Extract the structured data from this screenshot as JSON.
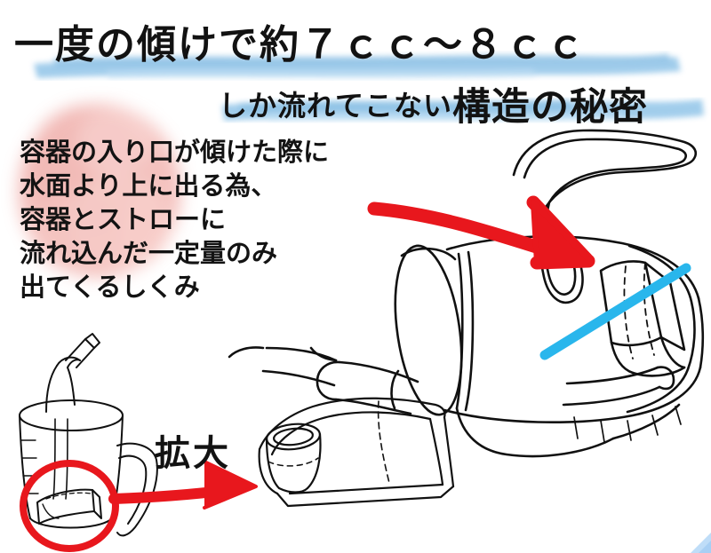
{
  "meta": {
    "background_color": "#ffffff",
    "ink_color": "#121212",
    "accent_red": "#e8171d",
    "accent_cyan": "#2ab7ec",
    "wash_blue": "#8fc2e8",
    "wash_pink": "#f3b9b4",
    "corner_fold_blue": "#bcdcf7"
  },
  "headline": {
    "line1": "一度の傾けで約７ｃｃ〜８ｃｃ",
    "line2_small": "しか流れてこない",
    "line2_large": "構造の秘密"
  },
  "body_copy": {
    "lines": [
      "容器の入り口が傾けた際に",
      "水面より上に出る為、",
      "容器とストローに",
      "流れ込んだ一定量のみ",
      "出てくるしくみ"
    ]
  },
  "callouts": {
    "zoom_label": "拡大"
  },
  "illustrations": {
    "cup_small": {
      "name": "spill-proof-cup-upright",
      "description": "線画: ストロー付きの取っ手つきカップ（直立）"
    },
    "valve_detail": {
      "name": "valve-detail-enlarged",
      "description": "線画: 拡大した弁パーツ（筒つきの板）"
    },
    "cup_tilted": {
      "name": "spill-proof-cup-tilted",
      "description": "線画: 傾けたカップの断面図"
    }
  },
  "annotations": {
    "red_arrow_main": "赤い矢印：容器の入り口を指す",
    "red_arrow_zoom": "赤い矢印：拡大箇所へ",
    "red_circle": "赤い丸：弁パーツを囲む",
    "cyan_waterline": "水色の線：水面"
  }
}
